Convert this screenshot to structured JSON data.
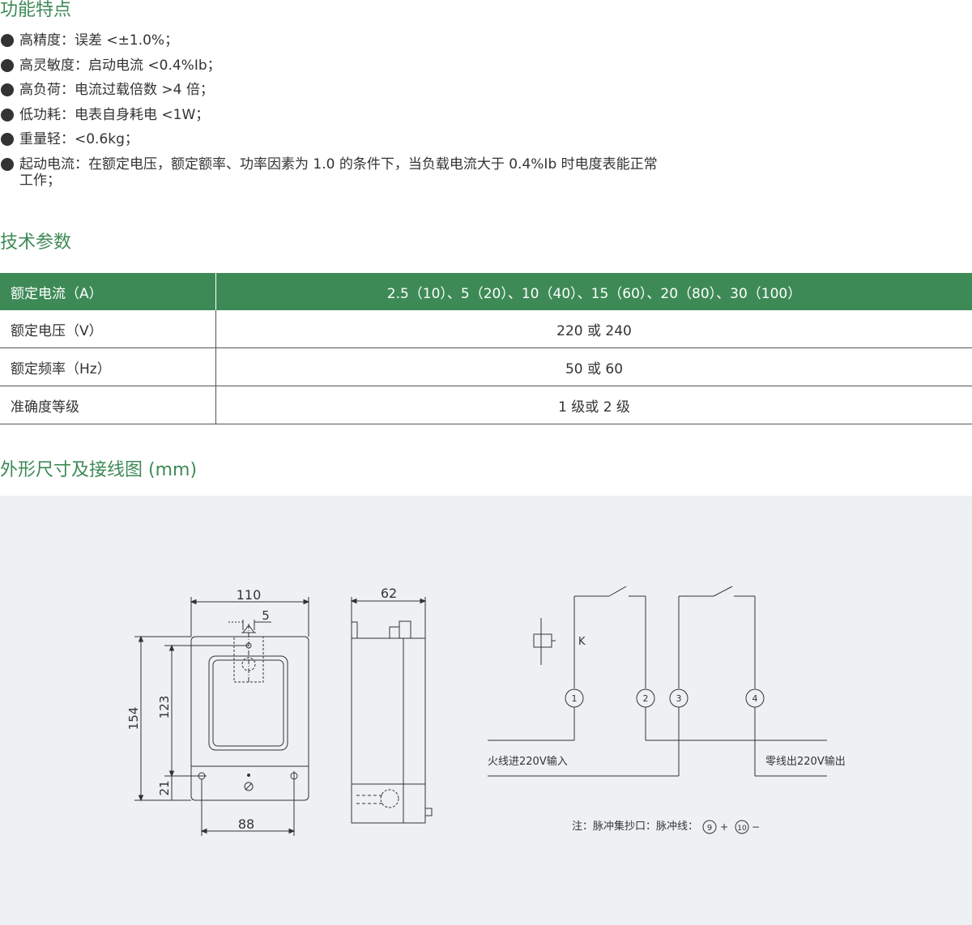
{
  "features_section": {
    "title": "功能特点",
    "items": [
      "高精度：误差 <±1.0%；",
      "高灵敏度：启动电流 <0.4%Ib；",
      "高负荷：电流过载倍数 >4 倍；",
      "低功耗：电表自身耗电 <1W；",
      "重量轻：<0.6kg；",
      "起动电流：在额定电压，额定额率、功率因素为 1.0 的条件下，当负载电流大于 0.4%Ib 时电度表能正常工作；"
    ]
  },
  "params_section": {
    "title": "技术参数",
    "rows": [
      {
        "label": "额定电流（A）",
        "value": "2.5（10）、5（20）、10（40）、15（60）、20（80）、30（100）"
      },
      {
        "label": "额定电压（V）",
        "value": "220 或 240"
      },
      {
        "label": "额定频率（Hz）",
        "value": "50 或 60"
      },
      {
        "label": "准确度等级",
        "value": "1 级或 2 级"
      }
    ]
  },
  "diagram_section": {
    "title": "外形尺寸及接线图 (mm)",
    "front_view": {
      "width": "110",
      "hole_offset": "5",
      "height": "154",
      "inner_height": "123",
      "bottom_height": "21",
      "hole_spacing": "88"
    },
    "side_view": {
      "depth": "62"
    },
    "wiring": {
      "switch_label": "K",
      "terminals": [
        "1",
        "2",
        "3",
        "4"
      ],
      "input_label": "火线进220V输入",
      "output_label": "零线出220V输出",
      "note_prefix": "注：脉冲集抄口：脉冲线：",
      "pulse_pos": "9",
      "pulse_pos_sign": "+",
      "pulse_neg": "10",
      "pulse_neg_sign": "−"
    }
  },
  "colors": {
    "accent": "#3e8a56",
    "diagram_bg": "#eef1f3",
    "text": "#333333"
  }
}
